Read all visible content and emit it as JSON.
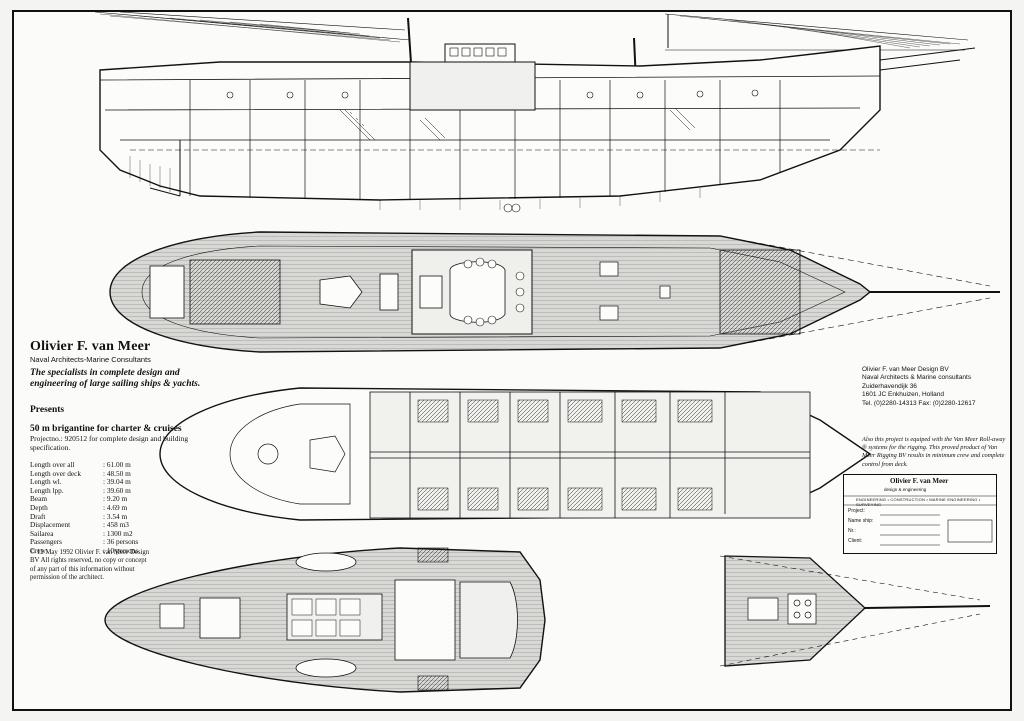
{
  "designer": {
    "name": "Olivier F. van Meer",
    "subtitle": "Naval Architects-Marine Consultants",
    "tagline": "The specialists in complete design and engineering of large sailing ships & yachts."
  },
  "presents": {
    "heading": "Presents",
    "vessel": "50 m brigantine for charter & cruises",
    "project": "Projectno.: 920512 for complete design and building specification."
  },
  "specs": [
    {
      "label": "Length over all",
      "value": ": 61.00 m"
    },
    {
      "label": "Length over deck",
      "value": ": 48.50 m"
    },
    {
      "label": "Length wl.",
      "value": ": 39.04 m"
    },
    {
      "label": "Length lpp.",
      "value": ": 39.60 m"
    },
    {
      "label": "Beam",
      "value": ": 9.20 m"
    },
    {
      "label": "Depth",
      "value": ": 4.69 m"
    },
    {
      "label": "Draft",
      "value": ": 3.54 m"
    },
    {
      "label": "Displacement",
      "value": ": 458 m3"
    },
    {
      "label": "Sailarea",
      "value": ": 1300 m2"
    },
    {
      "label": "Passengers",
      "value": ": 36 persons"
    },
    {
      "label": "Crew",
      "value": ": 10 persons"
    }
  ],
  "copyright": "© 12 May 1992 Olivier F. van Meer Design BV All rights reserved, no copy or concept of any part of this information without permission of the architect.",
  "address": {
    "company": "Olivier F. van Meer Design BV",
    "line1": "Naval Architects & Marine consultants",
    "line2": "Zuiderhavendijk 36",
    "line3": "1601 JC Enkhuizen, Holland",
    "line4": "Tel. (0)2280-14313 Fax: (0)2280-12617"
  },
  "note": "Also this project is equiped with the Van Meer Roll-away ® systems for the rigging. This proved product of Van Meer Rigging BV results in minimum crew and complete control from deck.",
  "title_block": {
    "firm": "Olivier F. van Meer",
    "firm_sub": "design & engineering",
    "services": "ENGINEERING • CONSTRUCTION • MARINE ENGINEERING • SURVEYING",
    "project_label": "Project:",
    "name_label": "Name ship:",
    "nr_label": "Nr.:",
    "client_label": "Client:"
  },
  "colors": {
    "ink": "#111111",
    "paper": "#fbfbf9",
    "deck": "#9a9a98"
  }
}
